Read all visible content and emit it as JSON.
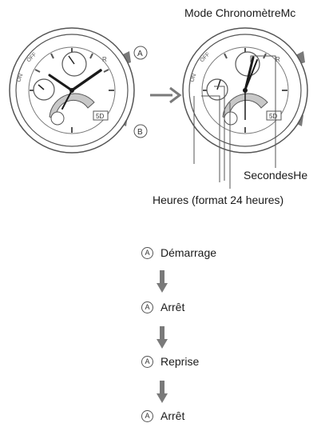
{
  "title": "Mode ChronomètreMc",
  "labels": {
    "seconds": "SecondesHe",
    "hours": "Heures (format 24 heures)"
  },
  "watch_left": {
    "button_a": "A",
    "button_b": "B",
    "subdial_text": "5D",
    "bezel_off": "OFF",
    "bezel_on": "ON",
    "bezel_r": "R"
  },
  "watch_right": {
    "subdial_text": "5D",
    "bezel_off": "OFF",
    "bezel_on": "ON",
    "bezel_r": "R"
  },
  "steps": [
    {
      "button": "A",
      "label": "Démarrage"
    },
    {
      "button": "A",
      "label": "Arrêt"
    },
    {
      "button": "A",
      "label": "Reprise"
    },
    {
      "button": "A",
      "label": "Arrêt"
    }
  ],
  "colors": {
    "line": "#555555",
    "hand": "#1a1a1a",
    "arrow": "#7a7a7a",
    "highlight": "#c8c8c8"
  }
}
